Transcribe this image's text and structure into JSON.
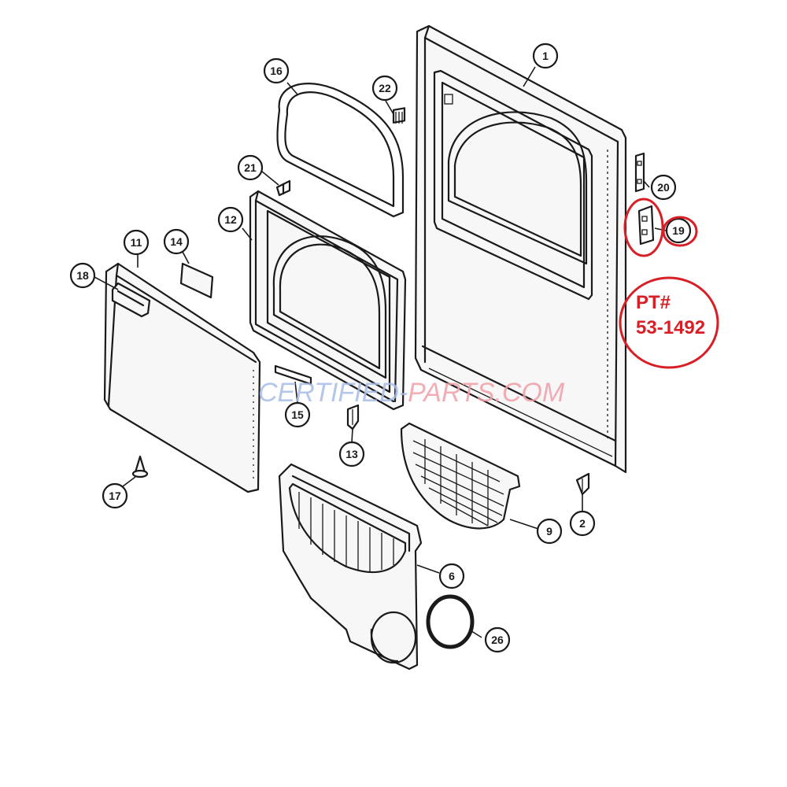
{
  "diagram": {
    "part_numbers": [
      "1",
      "2",
      "6",
      "9",
      "11",
      "12",
      "13",
      "14",
      "15",
      "16",
      "17",
      "18",
      "19",
      "20",
      "21",
      "22",
      "26"
    ],
    "highlight": {
      "circled_part": "19",
      "label_line1": "PT#",
      "label_line2": "53-1492"
    },
    "watermark": {
      "part1": "CERTIFIED-",
      "part2": "PARTS.COM"
    },
    "colors": {
      "line": "#1a1a1a",
      "highlight": "#d81f26",
      "watermark_blue": "#a9bde8",
      "watermark_pink": "#f0a0a8"
    }
  }
}
